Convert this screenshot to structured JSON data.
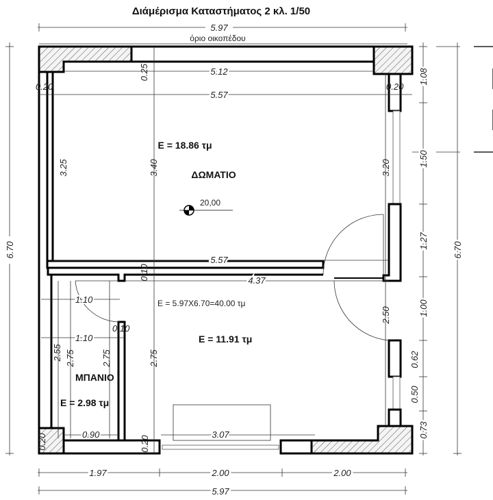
{
  "title": "Διάμέρισμα Καταστήματος 2 κλ. 1/50",
  "boundary_label": "όριο οικοπέδου",
  "rooms": {
    "room_name": "ΔΩΜΑΤΙΟ",
    "room_area": "E = 18.86 τμ",
    "living_area": "E = 11.91 τμ",
    "bath_name": "ΜΠΑΝΙΟ",
    "bath_area": "E = 2.98 τμ",
    "total_area": "E = 5.97X6.70=40.00 τμ",
    "level_mark": "20,00"
  },
  "dimensions": {
    "top_overall": "5.97",
    "top_wall": "0.25",
    "inner_top": "5.12",
    "left_wall": "0.20",
    "right_wall": "0.20",
    "room_width": "5.57",
    "room_left_h": "3.25",
    "room_mid_h": "3.40",
    "room_right_h": "3.20",
    "room_bottom_w": "5.57",
    "mid_wall": "0.10",
    "lower_w": "4.37",
    "bath_door_w": "1.10",
    "bath_part": "0.10",
    "bath_w": "1.10",
    "bath_h1": "2.55",
    "bath_h2": "2.75",
    "bath_h3": "2.75",
    "lower_h": "2.75",
    "right_door": "2.50",
    "bath_bottom": "0.90",
    "bath_wall_l": "0.20",
    "bath_wall_b": "0.20",
    "bottom_window": "3.07",
    "left_overall": "6.70",
    "right_chain": [
      "1.08",
      "1.50",
      "1.27",
      "1.00",
      "0.62",
      "0.50",
      "0.73"
    ],
    "right_overall": "6.70",
    "bottom_chain": [
      "1.97",
      "2.00",
      "2.00"
    ],
    "bottom_overall": "5.97"
  }
}
